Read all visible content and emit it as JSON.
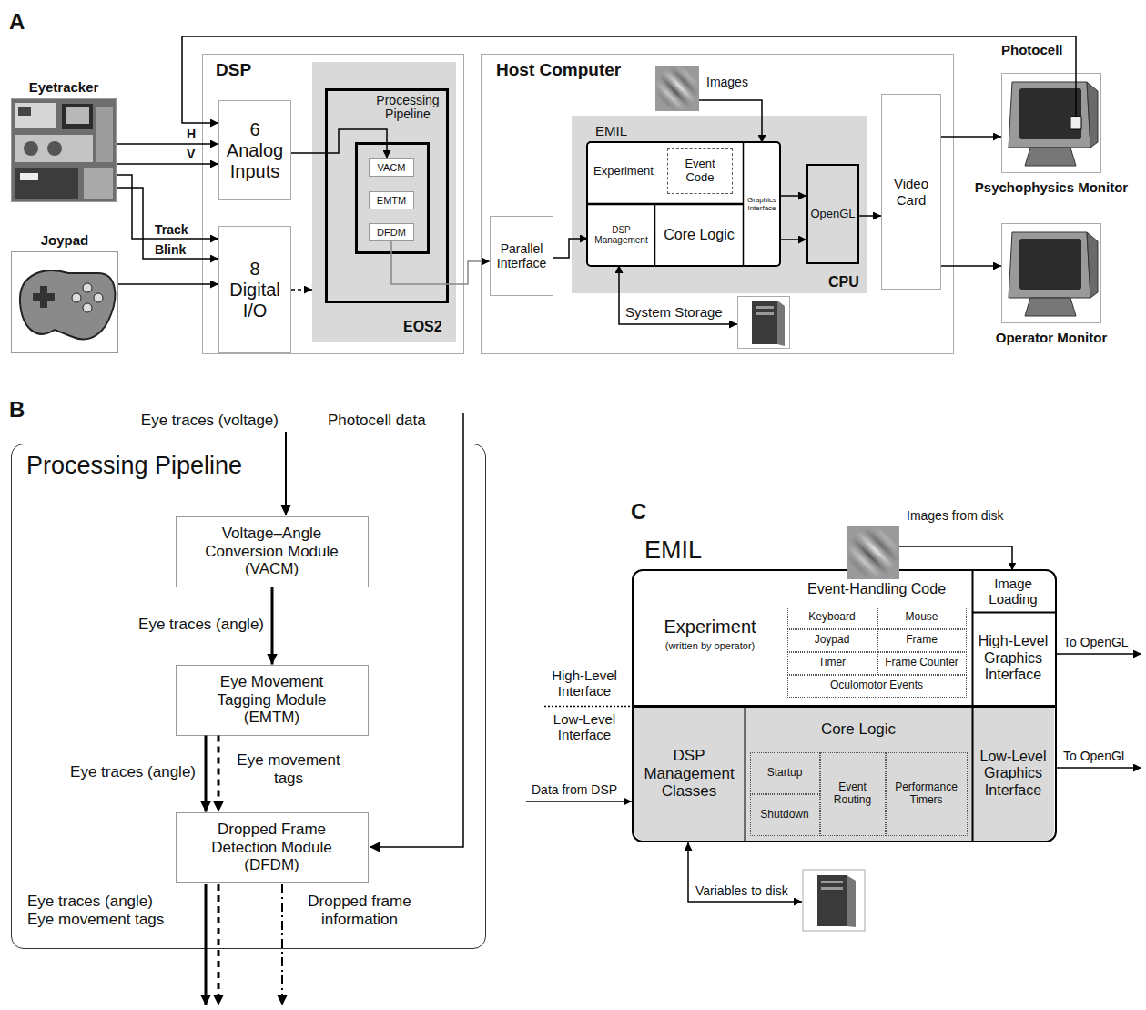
{
  "diagram": {
    "nodes": [
      {
        "text": [
          "Eyetracker"
        ]
      },
      {
        "text": [
          "Joypad"
        ]
      },
      {
        "text": [
          "DSP"
        ]
      },
      {
        "text": [
          "6 Analog Inputs"
        ],
        "in": 2
      },
      {
        "text": [
          "8 Digital I/O"
        ],
        "in": 2
      },
      {
        "text": [
          "EOS2"
        ],
        "in": 2
      },
      {
        "text": [
          "Processing Pipeline"
        ],
        "in": 5
      },
      {
        "text": [
          "VACM"
        ],
        "in": 6
      },
      {
        "text": [
          "EMTM"
        ],
        "in": 6
      },
      {
        "text": [
          "DFDM"
        ],
        "in": 6
      },
      {
        "text": [
          "Host Computer"
        ]
      },
      {
        "text": [
          "Images"
        ],
        "in": 10
      },
      {
        "text": [
          "CPU"
        ],
        "in": 10
      },
      {
        "text": [
          "EMIL"
        ],
        "in": 12
      },
      {
        "text": [
          "Experiment"
        ],
        "in": 13
      },
      {
        "text": [
          "Event Code"
        ],
        "in": 14
      },
      {
        "text": [
          "DSP Management"
        ],
        "in": 13
      },
      {
        "text": [
          "Core Logic"
        ],
        "in": 13
      },
      {
        "text": [
          "Graphics Interface"
        ],
        "in": 13
      },
      {
        "text": [
          "OpenGL"
        ],
        "in": 12
      },
      {
        "text": [
          "Parallel Interface"
        ],
        "in": 10
      },
      {
        "text": [
          "System Storage"
        ],
        "in": 10
      },
      {
        "text": [
          "Video Card"
        ],
        "in": 10
      },
      {
        "text": [
          "Psychophysics Monitor"
        ]
      },
      {
        "text": [
          "Operator Monitor"
        ]
      },
      {
        "text": [
          "Processing Pipeline"
        ]
      },
      {
        "text": [
          "Voltage–Angle Conversion Module (VACM)"
        ],
        "in": 25
      },
      {
        "text": [
          "Eye Movement Tagging Module (EMTM)"
        ],
        "in": 25
      },
      {
        "text": [
          "Dropped Frame Detection Module (DFDM)"
        ],
        "in": 25
      },
      {
        "text": [
          "Images from disk"
        ]
      },
      {
        "text": [
          "EMIL"
        ]
      },
      {
        "text": [
          "Experiment",
          "(written by operator)"
        ],
        "in": 30
      },
      {
        "text": [
          "Event-Handling Code"
        ],
        "in": 30
      },
      {
        "text": [
          "Keyboard"
        ],
        "in": 32
      },
      {
        "text": [
          "Mouse"
        ],
        "in": 32
      },
      {
        "text": [
          "Joypad"
        ],
        "in": 32
      },
      {
        "text": [
          "Frame"
        ],
        "in": 32
      },
      {
        "text": [
          "Timer"
        ],
        "in": 32
      },
      {
        "text": [
          "Frame Counter"
        ],
        "in": 32
      },
      {
        "text": [
          "Oculomotor Events"
        ],
        "in": 32
      },
      {
        "text": [
          "Image Loading"
        ],
        "in": 30
      },
      {
        "text": [
          "High-Level Graphics Interface"
        ],
        "in": 30
      },
      {
        "text": [
          "DSP Management Classes"
        ],
        "in": 30
      },
      {
        "text": [
          "Core Logic"
        ],
        "in": 30
      },
      {
        "text": [
          "Startup"
        ],
        "in": 43
      },
      {
        "text": [
          "Event Routing"
        ],
        "in": 43
      },
      {
        "text": [
          "Performance Timers"
        ],
        "in": 43
      },
      {
        "text": [
          "Shutdown"
        ],
        "in": 43
      },
      {
        "text": [
          "Low-Level Graphics Interface"
        ],
        "in": 30
      }
    ],
    "edges": [
      {
        "from": 0,
        "to": 3,
        "arrow": "to",
        "label": "H"
      },
      {
        "from": 0,
        "to": 3,
        "arrow": "to",
        "label": "V"
      },
      {
        "from": 0,
        "to": 4,
        "arrow": "to",
        "label": "Track"
      },
      {
        "from": 0,
        "to": 4,
        "arrow": "to",
        "label": "Blink"
      },
      {
        "from": 1,
        "to": 4,
        "arrow": "to"
      },
      {
        "from": 23,
        "to": 3,
        "arrow": "to"
      },
      {
        "from": 3,
        "to": 7,
        "arrow": "to"
      },
      {
        "from": 4,
        "to": 5,
        "arrow": "to"
      },
      {
        "from": 9,
        "to": 20,
        "arrow": "to"
      },
      {
        "from": 20,
        "to": 16,
        "arrow": "to"
      },
      {
        "from": 11,
        "to": 18,
        "arrow": "to"
      },
      {
        "from": 18,
        "to": 19,
        "arrow": "to"
      },
      {
        "from": 18,
        "to": 19,
        "arrow": "to"
      },
      {
        "from": 19,
        "to": 22,
        "arrow": "to"
      },
      {
        "from": 22,
        "to": 23,
        "arrow": "to"
      },
      {
        "from": 22,
        "to": 24,
        "arrow": "to"
      },
      {
        "from": 16,
        "to": 21,
        "arrow": "both"
      },
      {
        "from": 26,
        "to": 27,
        "arrow": "to",
        "label": "Eye traces (angle)"
      },
      {
        "from": 27,
        "to": 28,
        "arrow": "to",
        "label": "Eye traces (angle)"
      },
      {
        "from": 27,
        "to": 28,
        "arrow": "to",
        "label": "Eye movement tags"
      },
      {
        "from": 29,
        "to": 40,
        "arrow": "to"
      }
    ],
    "labels": [
      "A",
      "B",
      "C",
      "Photocell",
      "Eye traces (voltage)",
      "Photocell data",
      "Eye traces (angle) Eye movement tags",
      "Dropped frame information",
      "High-Level Interface",
      "Low-Level Interface",
      "Data from DSP",
      "To OpenGL",
      "To OpenGL",
      "Variables to disk"
    ]
  }
}
